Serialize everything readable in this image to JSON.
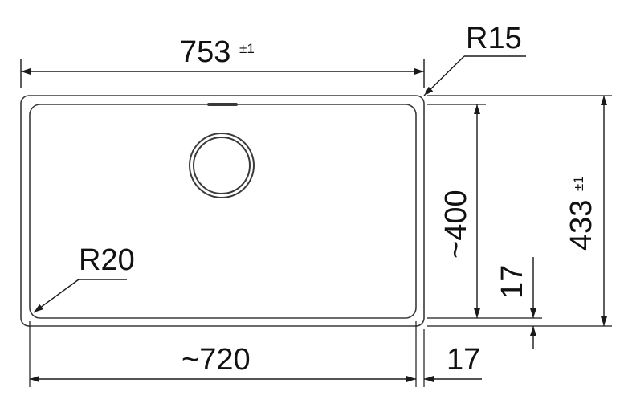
{
  "dimensions": {
    "overall_width": {
      "value": "753",
      "tolerance": "±1"
    },
    "overall_height": {
      "value": "433",
      "tolerance": "±1"
    },
    "bowl_width": "~720",
    "bowl_height": "~400",
    "side_rim": "17",
    "bottom_rim": "17",
    "outer_corner_radius": "R15",
    "inner_corner_radius": "R20"
  },
  "colors": {
    "line": "#1a1a1a",
    "outline": "#3a3a3a",
    "background": "#ffffff"
  }
}
